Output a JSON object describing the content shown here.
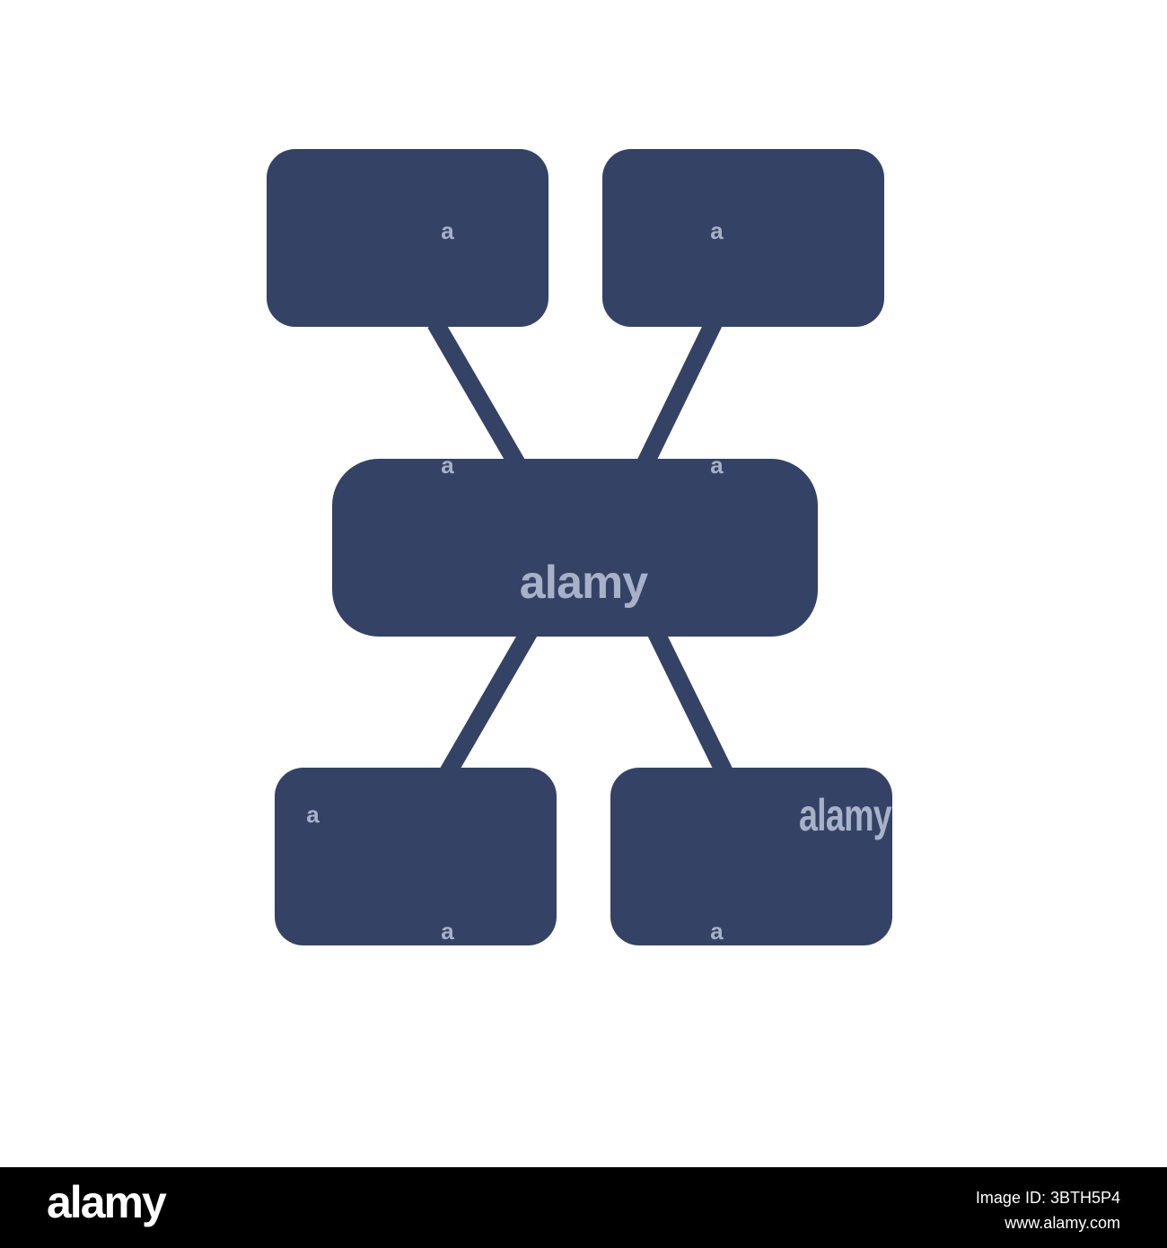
{
  "colors": {
    "node_fill": "#344266",
    "watermark": "#a7b1c8",
    "background": "#ffffff",
    "footer_bg": "#000000",
    "footer_text": "#ffffff"
  },
  "icon": "hierarchy-diagram-icon",
  "watermark": {
    "brand": "alamy",
    "small": "a"
  },
  "footer": {
    "logo": "alamy",
    "image_id": "Image ID: 3BTH5P4",
    "site": "www.alamy.com"
  }
}
